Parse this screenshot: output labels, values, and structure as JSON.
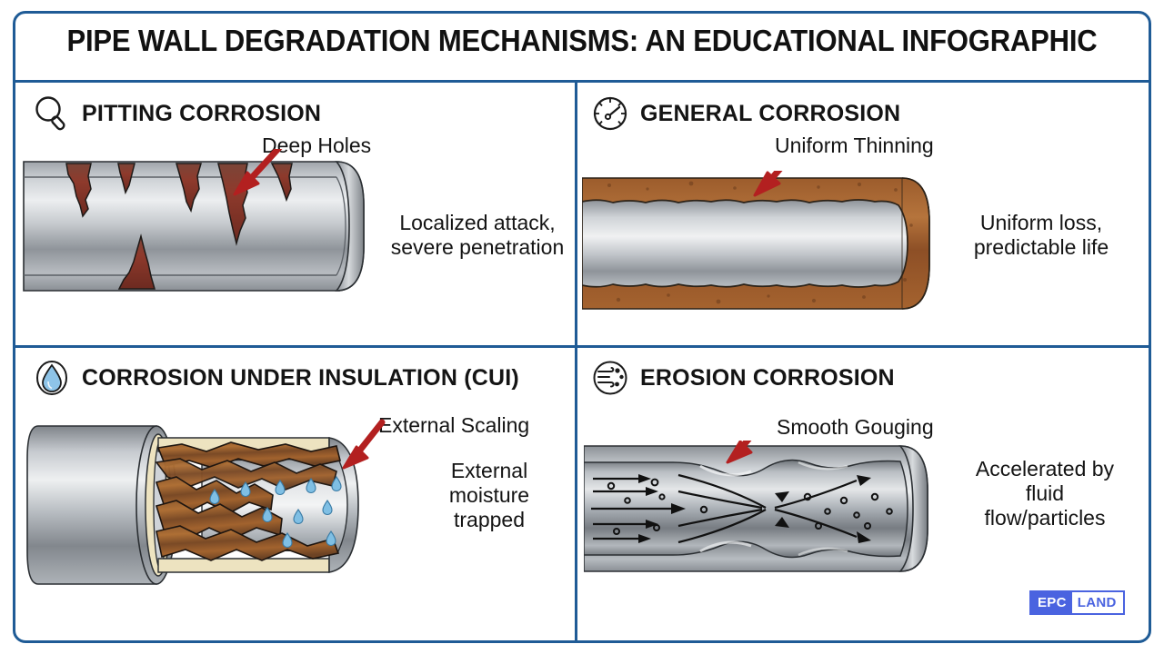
{
  "poster": {
    "title": "PIPE WALL DEGRADATION MECHANISMS: AN EDUCATIONAL INFOGRAPHIC",
    "border_color": "#1f5b96",
    "background": "#ffffff",
    "arrow_color": "#b32020",
    "rust_color": "#a8642f",
    "metal_color": "#b9bdc2",
    "water_color": "#6aaede",
    "insulation_color": "#ede3c0"
  },
  "panels": [
    {
      "id": "pitting-corrosion",
      "icon": "magnifier-icon",
      "title": "PITTING CORROSION",
      "callout": "Deep Holes",
      "description_lines": [
        "Localized attack,",
        "severe penetration"
      ]
    },
    {
      "id": "general-corrosion",
      "icon": "gauge-icon",
      "title": "GENERAL CORROSION",
      "callout": "Uniform Thinning",
      "description_lines": [
        "Uniform loss,",
        "predictable life"
      ]
    },
    {
      "id": "corrosion-under-insulation",
      "icon": "water-drop-icon",
      "title": "CORROSION UNDER INSULATION (CUI)",
      "callout": "External Scaling",
      "description_lines": [
        "External",
        "moisture",
        "trapped"
      ]
    },
    {
      "id": "erosion-corrosion",
      "icon": "wind-flow-icon",
      "title": "EROSION CORROSION",
      "callout": "Smooth Gouging",
      "description_lines": [
        "Accelerated by",
        "fluid",
        "flow/particles"
      ]
    }
  ],
  "logo": {
    "part1": "EPC",
    "part2": "LAND",
    "color": "#4a63e0"
  }
}
